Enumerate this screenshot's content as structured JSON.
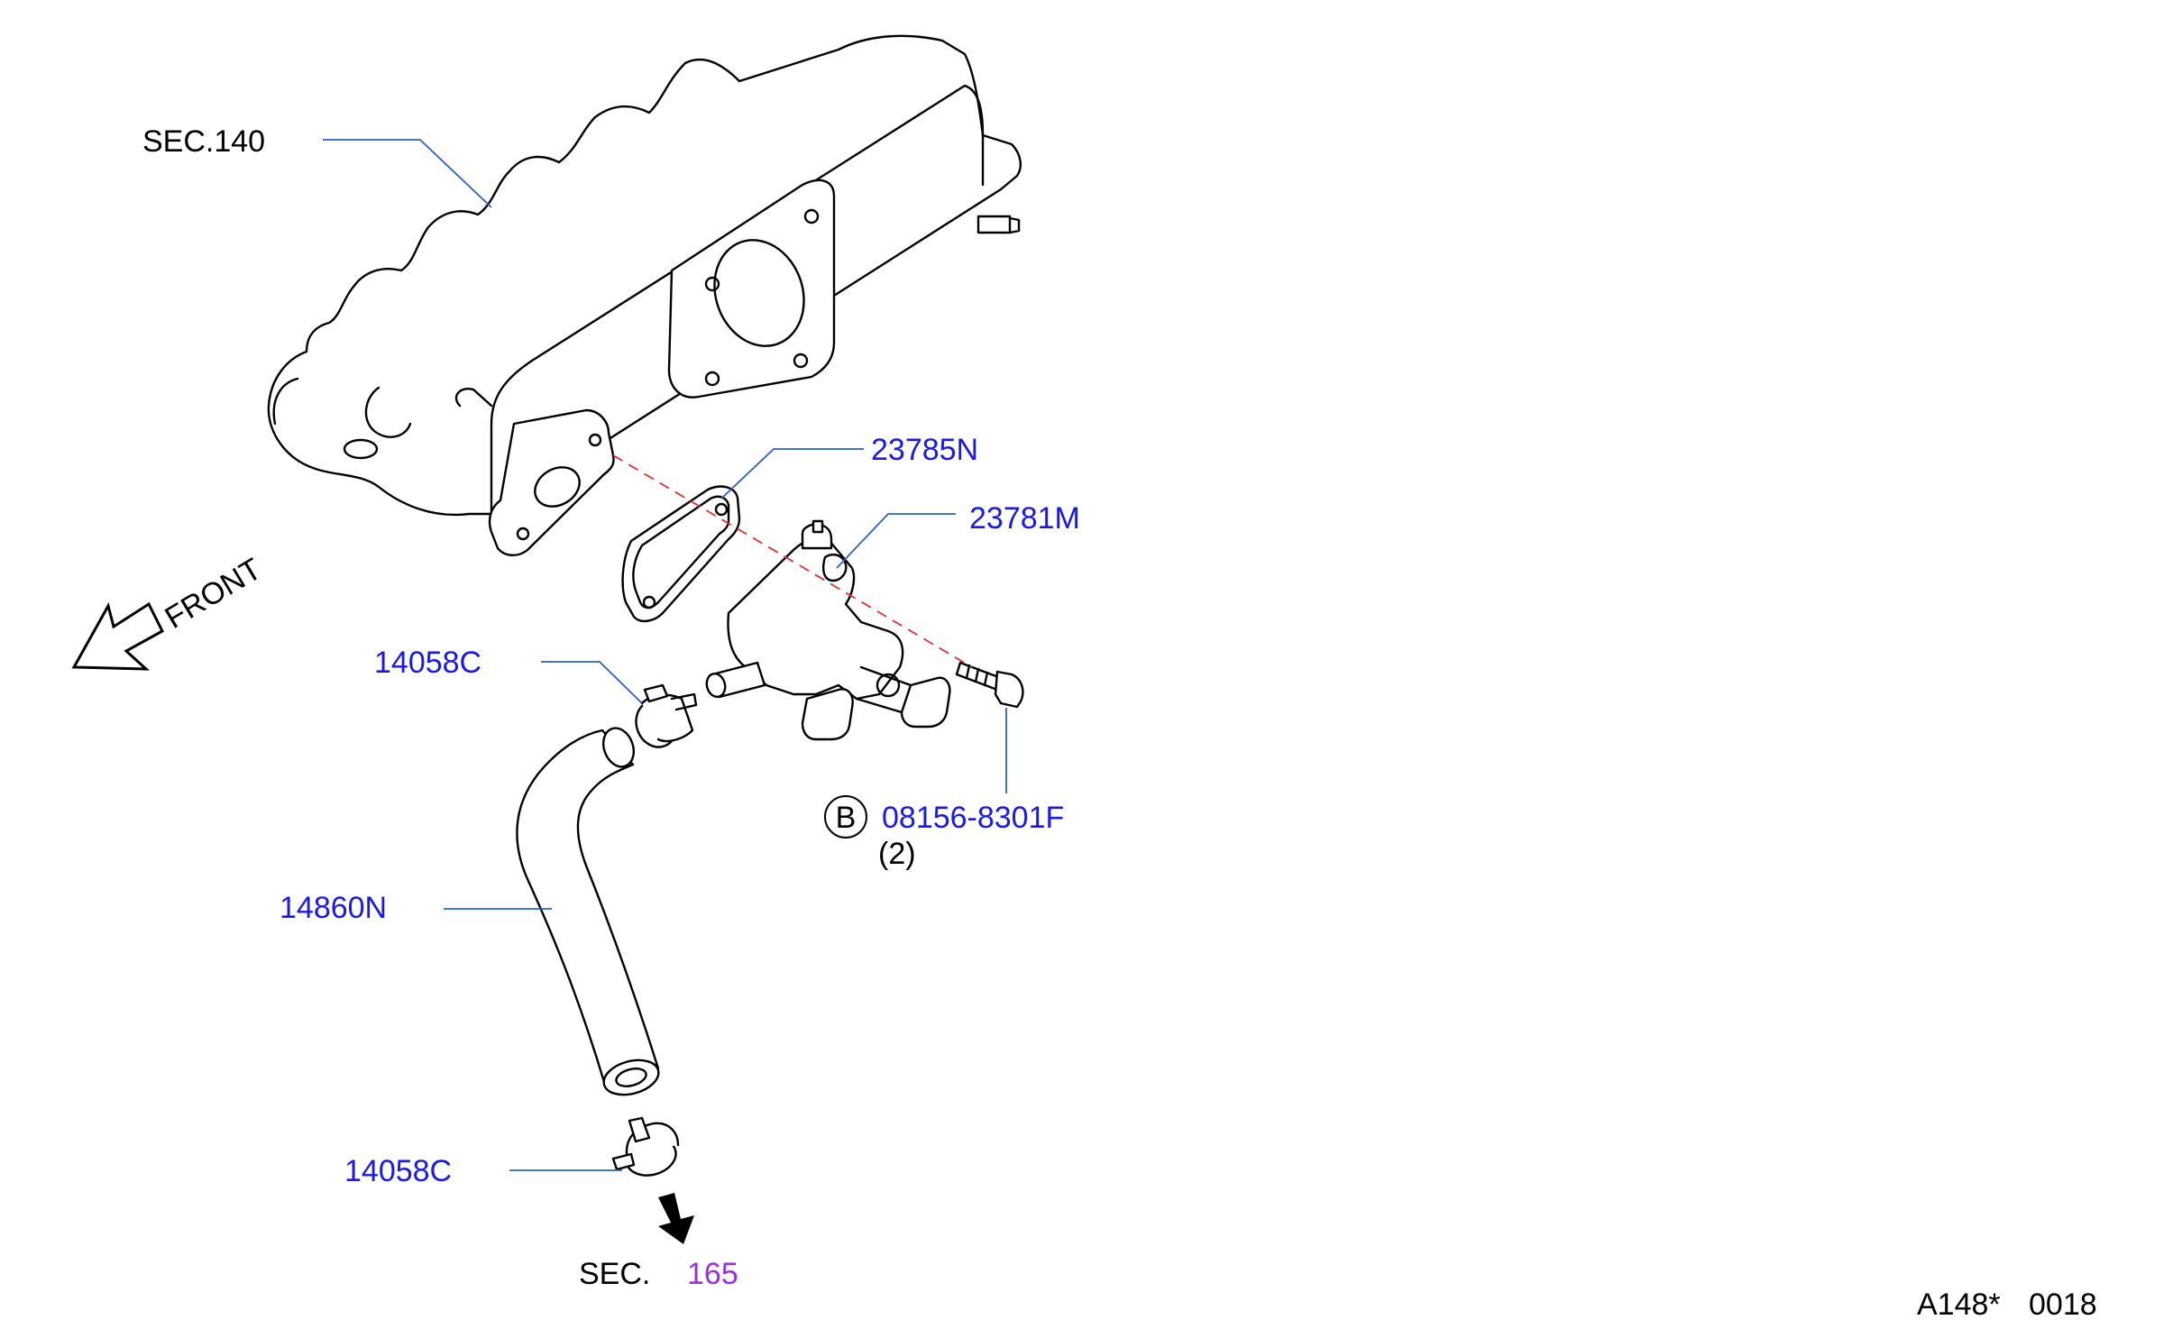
{
  "callouts": {
    "sec140": "SEC.140",
    "p23785n": "23785N",
    "p23781m": "23781M",
    "p14058c_top": "14058C",
    "p14058c_bottom": "14058C",
    "p14860n": "14860N",
    "bolt_marker": "B",
    "bolt_part": "08156-8301F",
    "bolt_qty": "(2)",
    "sec165_prefix": "SEC.",
    "sec165_num": "165",
    "front": "FRONT"
  },
  "footer": {
    "code": "A148*",
    "num": "0018"
  },
  "colors": {
    "part_number": "#1a1ae6",
    "section_link": "#9b30e0",
    "leader": "#2a62c4",
    "centerline": "#e03030"
  }
}
